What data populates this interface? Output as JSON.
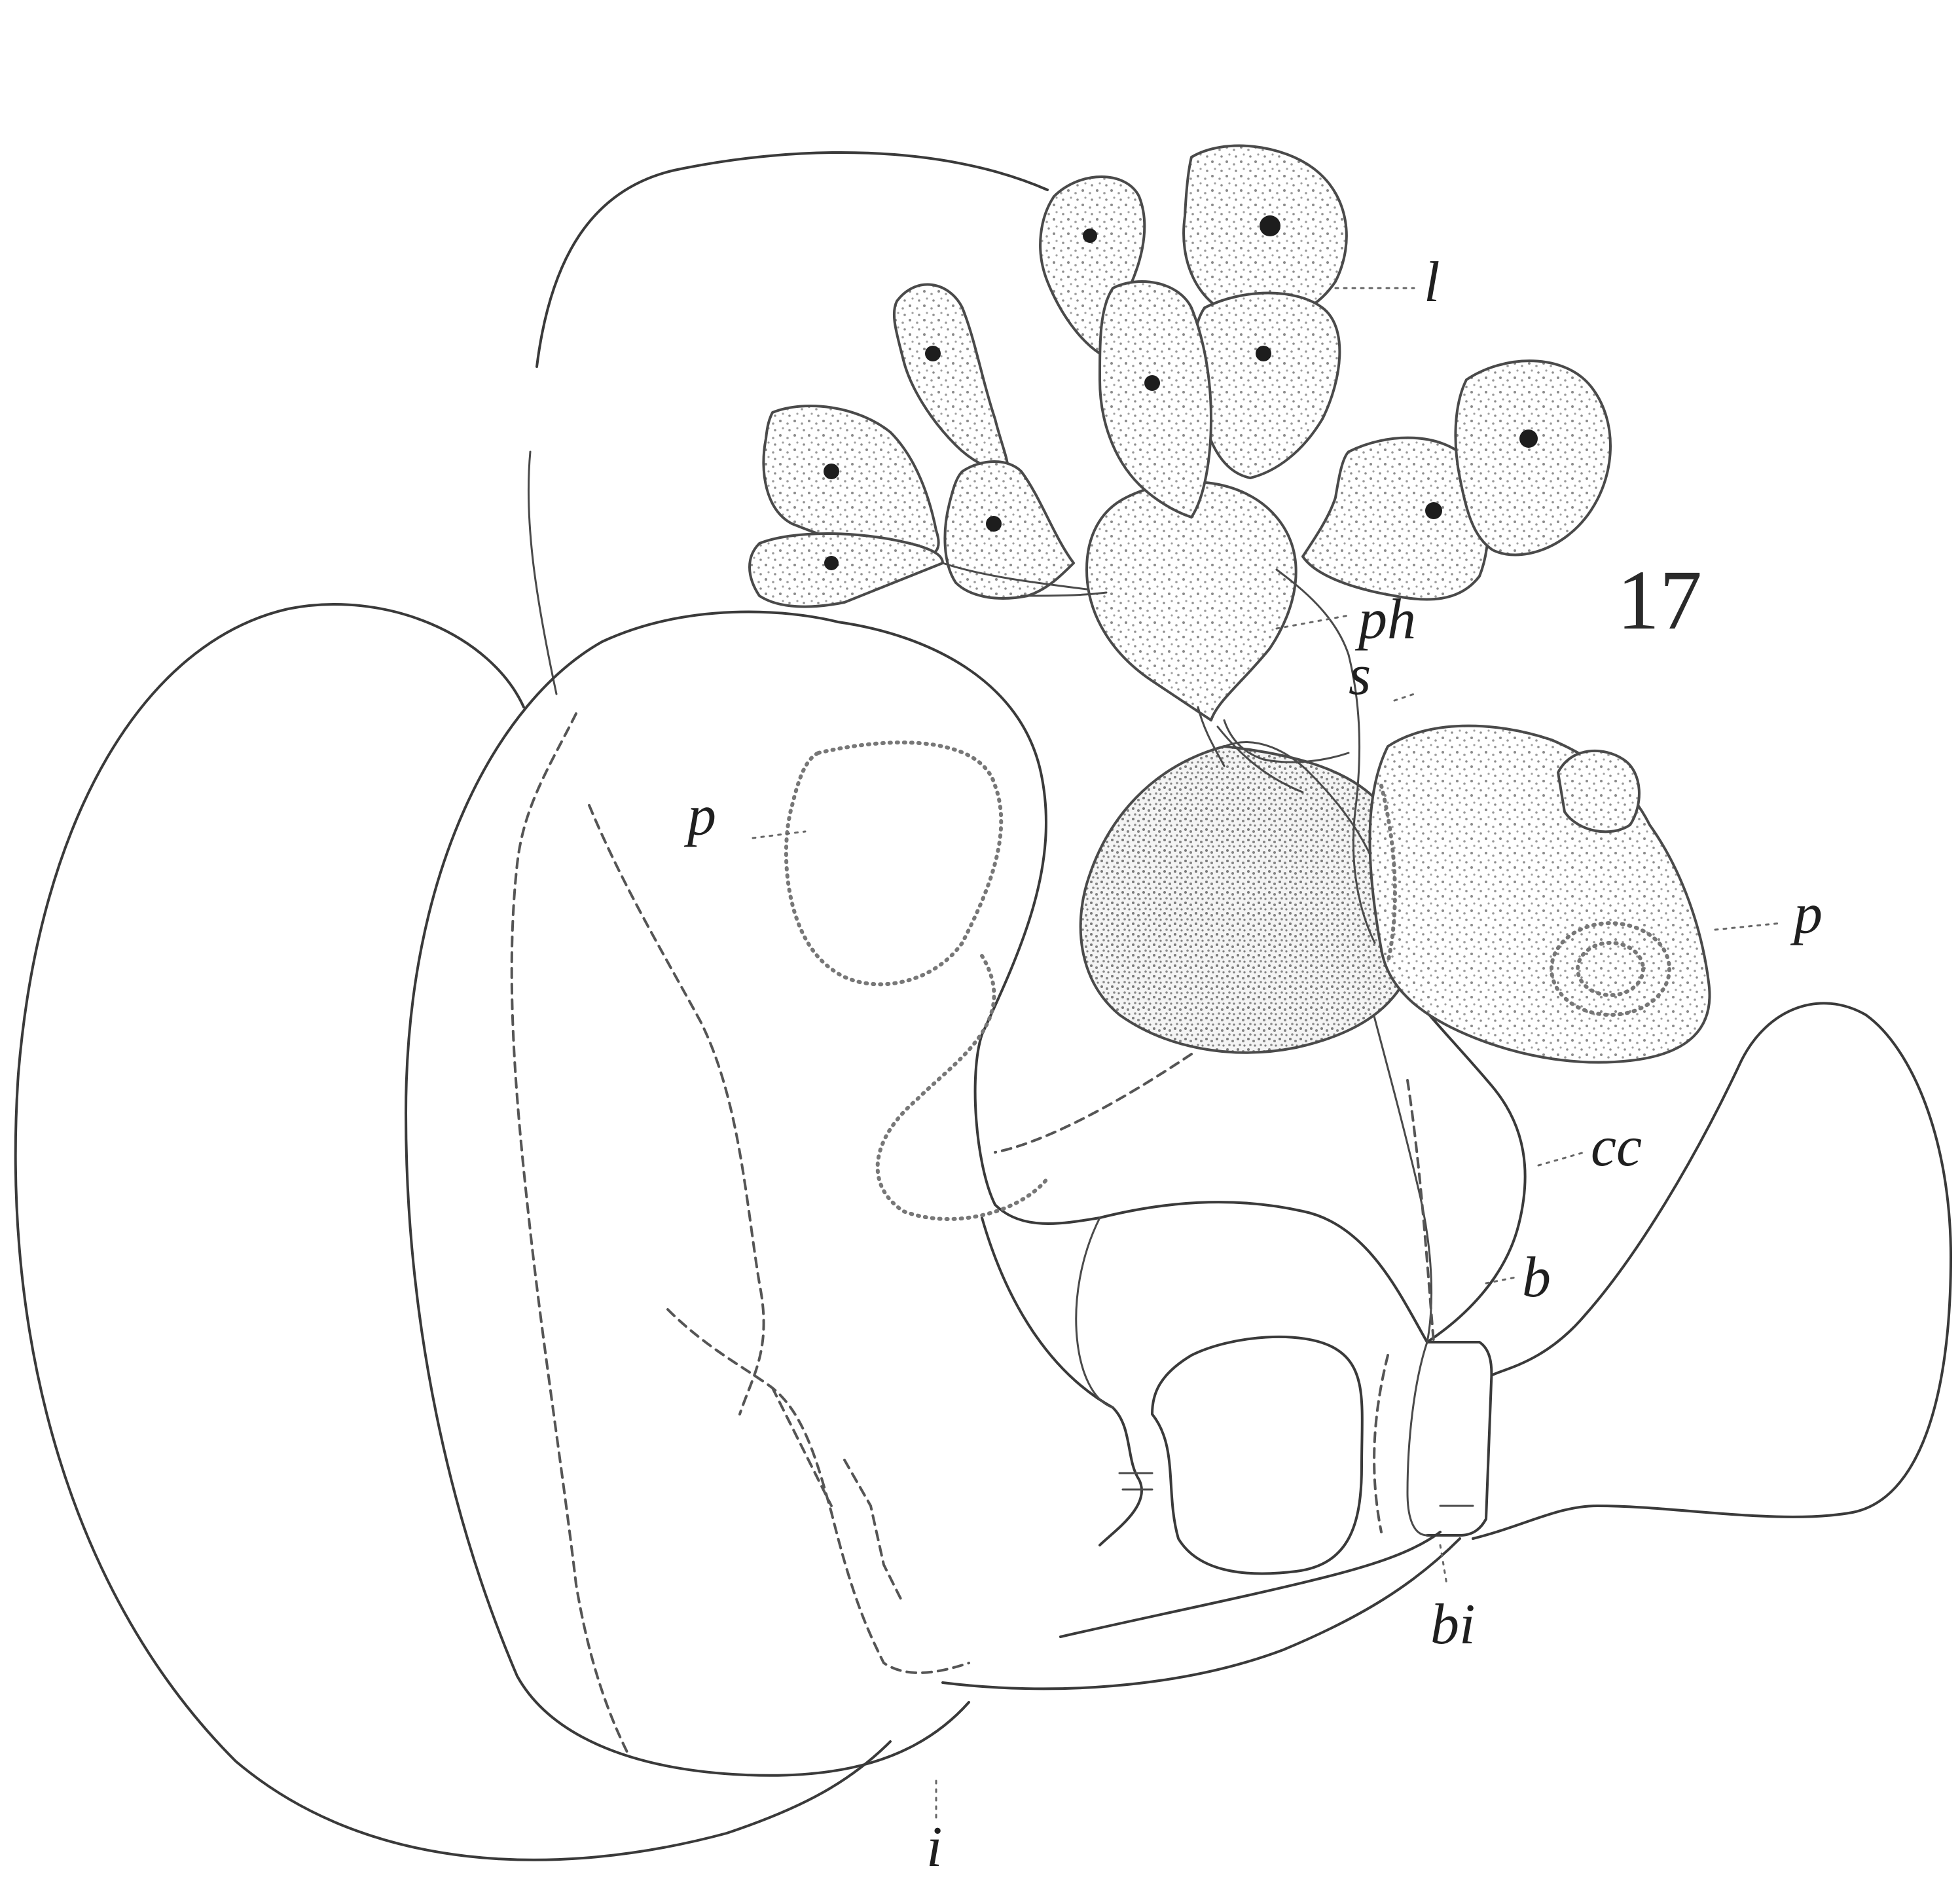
{
  "figure": {
    "number": "17",
    "labels": {
      "l": "l",
      "ph": "ph",
      "s": "s",
      "p_left": "p",
      "p_right": "p",
      "cc": "cc",
      "b": "b",
      "bi": "bi",
      "i": "i"
    }
  }
}
